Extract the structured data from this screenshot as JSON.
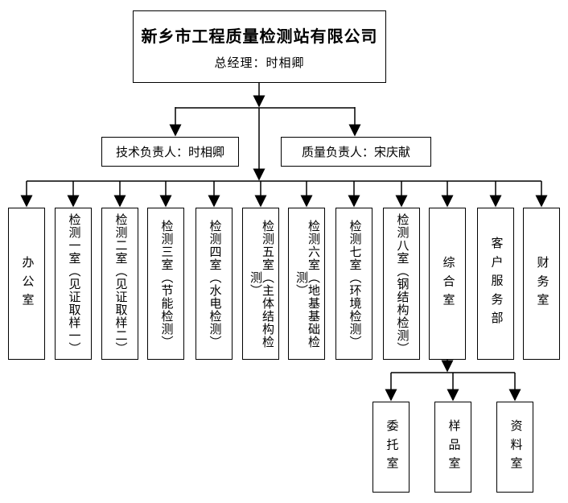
{
  "page": {
    "background_color": "#ffffff",
    "line_color": "#000000"
  },
  "root_box": {
    "title": "新乡市工程质量检测站有限公司",
    "subtitle": "总经理：时相卿"
  },
  "manager_boxes": [
    {
      "label": "技术负责人：时相卿"
    },
    {
      "label": "质量负责人：宋庆献"
    }
  ],
  "department_boxes": [
    {
      "label": "办公室"
    },
    {
      "label": "检测一室（见证取样一）"
    },
    {
      "label": "检测二室（见证取样二）"
    },
    {
      "label": "检测三室（节能检测）"
    },
    {
      "label": "检测四室（水电检测）"
    },
    {
      "label": "检测五室（主体结构检测）"
    },
    {
      "label": "检测六室（地基基础检测）"
    },
    {
      "label": "检测七室（环境检测）"
    },
    {
      "label": "检测八室（钢结构检测）"
    },
    {
      "label": "综合室"
    },
    {
      "label": "客户服务部"
    },
    {
      "label": "财务室"
    }
  ],
  "sub_department_boxes": [
    {
      "label": "委托室"
    },
    {
      "label": "样品室"
    },
    {
      "label": "资料室"
    }
  ]
}
